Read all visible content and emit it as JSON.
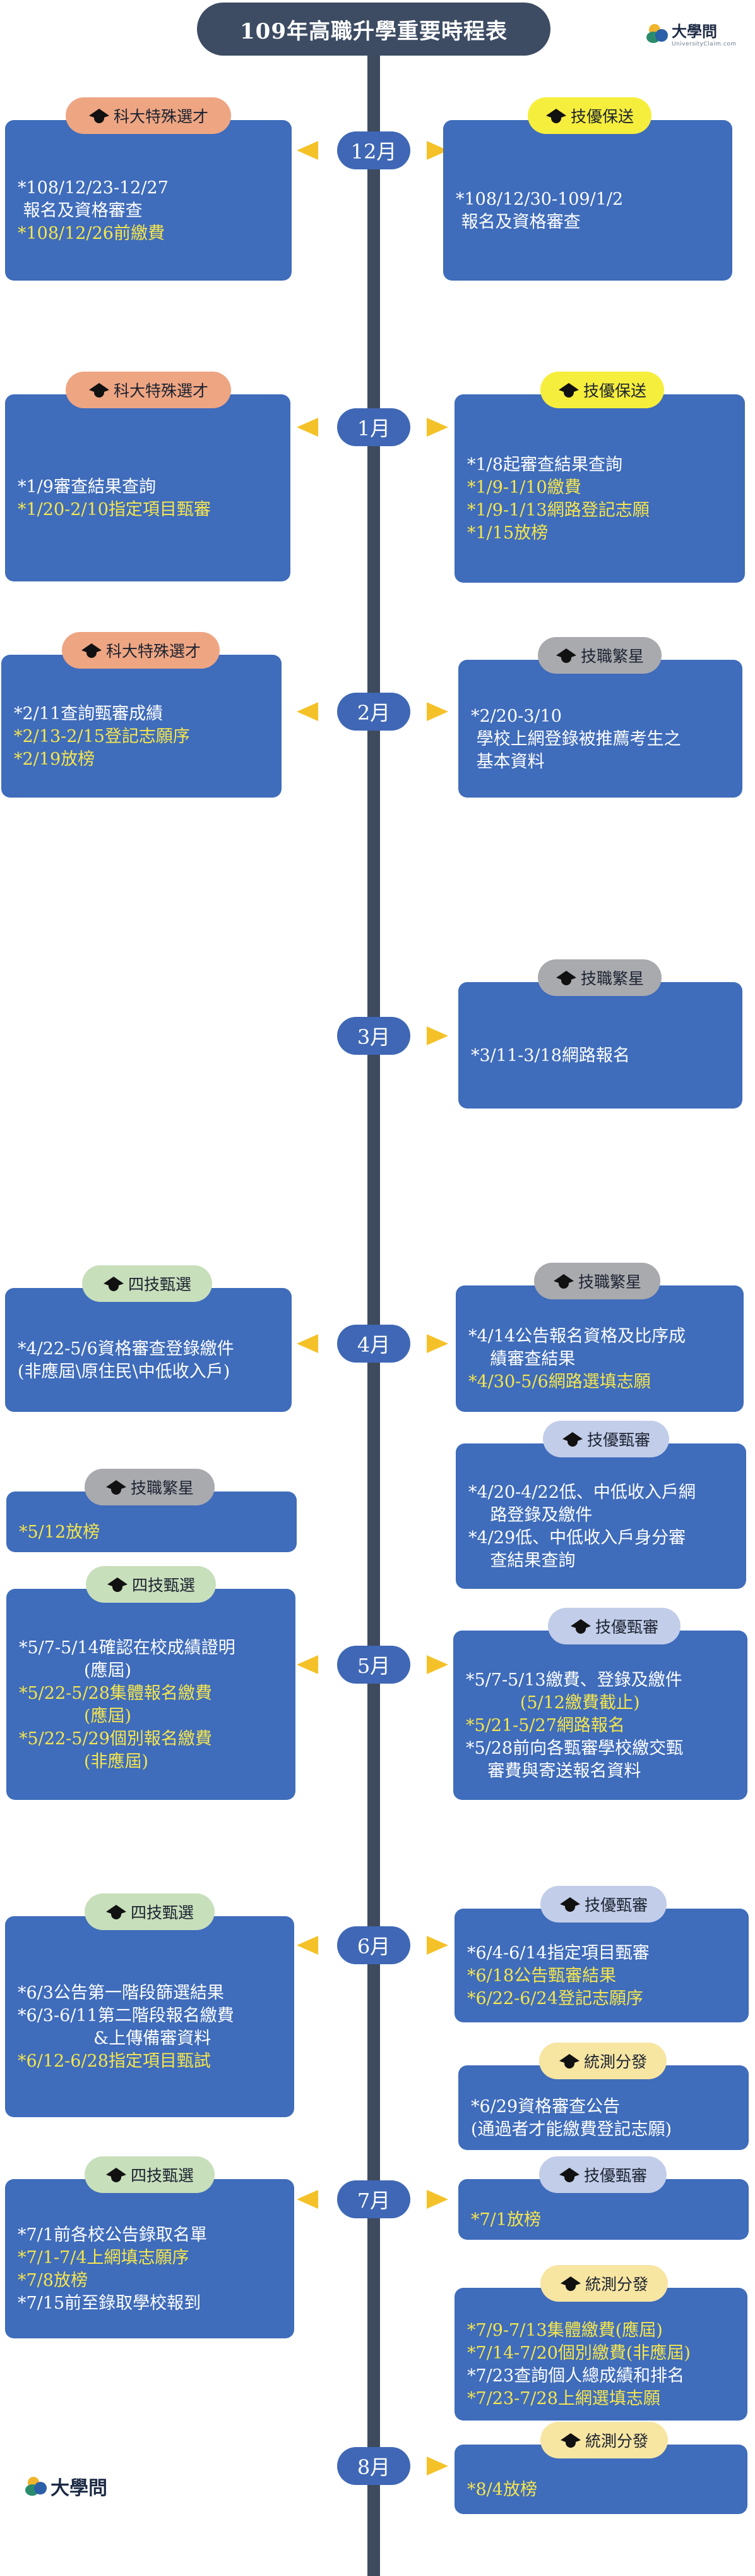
{
  "title": "109年高職升學重要時程表",
  "logo": {
    "brand": "大學問",
    "subtitle": "UniversityClaim.com"
  },
  "colors": {
    "timeline": "#3e4a5e",
    "month_pill": "#3f67b5",
    "card": "#3f6cbb",
    "highlight_text": "#f6e64d",
    "arrow": "#f4c228"
  },
  "months": [
    {
      "label": "12月"
    },
    {
      "label": "1月"
    },
    {
      "label": "2月"
    },
    {
      "label": "3月"
    },
    {
      "label": "4月"
    },
    {
      "label": "5月"
    },
    {
      "label": "6月"
    },
    {
      "label": "7月"
    },
    {
      "label": "8月"
    }
  ],
  "cards": [
    {
      "side": "left",
      "tag": "科大特殊選才",
      "tag_style": "orange",
      "icon": "graduation-cap-icon",
      "lines": [
        {
          "t": "*108/12/23-12/27",
          "hl": false
        },
        {
          "t": " 報名及資格審查",
          "hl": false
        },
        {
          "t": "*108/12/26前繳費",
          "hl": true
        }
      ]
    },
    {
      "side": "right",
      "tag": "技優保送",
      "tag_style": "yellow",
      "icon": "graduation-cap-icon",
      "lines": [
        {
          "t": "*108/12/30-109/1/2",
          "hl": false
        },
        {
          "t": " 報名及資格審查",
          "hl": false
        }
      ]
    },
    {
      "side": "left",
      "tag": "科大特殊選才",
      "tag_style": "orange",
      "icon": "graduation-cap-icon",
      "lines": [
        {
          "t": "*1/9審查結果查詢",
          "hl": false
        },
        {
          "t": "*1/20-2/10指定項目甄審",
          "hl": true
        }
      ]
    },
    {
      "side": "right",
      "tag": "技優保送",
      "tag_style": "yellow",
      "icon": "graduation-cap-icon",
      "lines": [
        {
          "t": "*1/8起審查結果查詢",
          "hl": false
        },
        {
          "t": "*1/9-1/10繳費",
          "hl": true
        },
        {
          "t": "*1/9-1/13網路登記志願",
          "hl": true
        },
        {
          "t": "*1/15放榜",
          "hl": true
        }
      ]
    },
    {
      "side": "left",
      "tag": "科大特殊選才",
      "tag_style": "orange",
      "icon": "graduation-cap-icon",
      "lines": [
        {
          "t": "*2/11查詢甄審成績",
          "hl": false
        },
        {
          "t": "*2/13-2/15登記志願序",
          "hl": true
        },
        {
          "t": "*2/19放榜",
          "hl": true
        }
      ]
    },
    {
      "side": "right",
      "tag": "技職繁星",
      "tag_style": "gray",
      "icon": "graduation-cap-icon",
      "lines": [
        {
          "t": "*2/20-3/10",
          "hl": false
        },
        {
          "t": " 學校上網登錄被推薦考生之",
          "hl": false
        },
        {
          "t": " 基本資料",
          "hl": false
        }
      ]
    },
    {
      "side": "right",
      "tag": "技職繁星",
      "tag_style": "gray",
      "icon": "graduation-cap-icon",
      "lines": [
        {
          "t": "*3/11-3/18網路報名",
          "hl": false
        }
      ]
    },
    {
      "side": "left",
      "tag": "四技甄選",
      "tag_style": "green",
      "icon": "graduation-cap-icon",
      "lines": [
        {
          "t": "*4/22-5/6資格審查登錄繳件",
          "hl": false
        },
        {
          "t": "(非應屆\\原住民\\中低收入戶)",
          "hl": false
        }
      ]
    },
    {
      "side": "right",
      "tag": "技職繁星",
      "tag_style": "gray",
      "icon": "graduation-cap-icon",
      "lines": [
        {
          "t": "*4/14公告報名資格及比序成",
          "hl": false
        },
        {
          "t": "    績審查結果",
          "hl": false
        },
        {
          "t": "*4/30-5/6網路選填志願",
          "hl": true
        }
      ]
    },
    {
      "side": "right",
      "tag": "技優甄審",
      "tag_style": "lavender",
      "icon": "graduation-cap-icon",
      "lines": [
        {
          "t": "*4/20-4/22低、中低收入戶網",
          "hl": false
        },
        {
          "t": "    路登錄及繳件",
          "hl": false
        },
        {
          "t": "*4/29低、中低收入戶身分審",
          "hl": false
        },
        {
          "t": "    查結果查詢",
          "hl": false
        }
      ]
    },
    {
      "side": "left",
      "tag": "技職繁星",
      "tag_style": "gray",
      "icon": "graduation-cap-icon",
      "lines": [
        {
          "t": "*5/12放榜",
          "hl": true
        }
      ]
    },
    {
      "side": "left",
      "tag": "四技甄選",
      "tag_style": "green",
      "icon": "graduation-cap-icon",
      "lines": [
        {
          "t": "*5/7-5/14確認在校成績證明",
          "hl": false
        },
        {
          "t": "            (應屆)",
          "hl": false
        },
        {
          "t": "*5/22-5/28集體報名繳費",
          "hl": true
        },
        {
          "t": "            (應屆)",
          "hl": true
        },
        {
          "t": "*5/22-5/29個別報名繳費",
          "hl": true
        },
        {
          "t": "            (非應屆)",
          "hl": true
        }
      ]
    },
    {
      "side": "right",
      "tag": "技優甄審",
      "tag_style": "lavender",
      "icon": "graduation-cap-icon",
      "lines": [
        {
          "t": "*5/7-5/13繳費、登錄及繳件",
          "hl": false
        },
        {
          "t": "          (5/12繳費截止)",
          "hl": true
        },
        {
          "t": "*5/21-5/27網路報名",
          "hl": true
        },
        {
          "t": "*5/28前向各甄審學校繳交甄",
          "hl": false
        },
        {
          "t": "    審費與寄送報名資料",
          "hl": false
        }
      ]
    },
    {
      "side": "left",
      "tag": "四技甄選",
      "tag_style": "green",
      "icon": "graduation-cap-icon",
      "lines": [
        {
          "t": "*6/3公告第一階段篩選結果",
          "hl": false
        },
        {
          "t": "*6/3-6/11第二階段報名繳費",
          "hl": false
        },
        {
          "t": "              &上傳備審資料",
          "hl": false
        },
        {
          "t": "*6/12-6/28指定項目甄試",
          "hl": true
        }
      ]
    },
    {
      "side": "right",
      "tag": "技優甄審",
      "tag_style": "lavender",
      "icon": "graduation-cap-icon",
      "lines": [
        {
          "t": "*6/4-6/14指定項目甄審",
          "hl": false
        },
        {
          "t": "*6/18公告甄審結果",
          "hl": true
        },
        {
          "t": "*6/22-6/24登記志願序",
          "hl": true
        }
      ]
    },
    {
      "side": "right",
      "tag": "統測分發",
      "tag_style": "cream",
      "icon": "graduation-cap-icon",
      "lines": [
        {
          "t": "*6/29資格審查公告",
          "hl": false
        },
        {
          "t": "(通過者才能繳費登記志願)",
          "hl": false
        }
      ]
    },
    {
      "side": "left",
      "tag": "四技甄選",
      "tag_style": "green",
      "icon": "graduation-cap-icon",
      "lines": [
        {
          "t": "*7/1前各校公告錄取名單",
          "hl": false
        },
        {
          "t": "*7/1-7/4上網填志願序",
          "hl": true
        },
        {
          "t": "*7/8放榜",
          "hl": true
        },
        {
          "t": "*7/15前至錄取學校報到",
          "hl": false
        }
      ]
    },
    {
      "side": "right",
      "tag": "技優甄審",
      "tag_style": "lavender",
      "icon": "graduation-cap-icon",
      "lines": [
        {
          "t": "*7/1放榜",
          "hl": true
        }
      ]
    },
    {
      "side": "right",
      "tag": "統測分發",
      "tag_style": "cream",
      "icon": "graduation-cap-icon",
      "lines": [
        {
          "t": "*7/9-7/13集體繳費(應屆)",
          "hl": true
        },
        {
          "t": "*7/14-7/20個別繳費(非應屆)",
          "hl": true
        },
        {
          "t": "*7/23查詢個人總成績和排名",
          "hl": false
        },
        {
          "t": "*7/23-7/28上網選填志願",
          "hl": true
        }
      ]
    },
    {
      "side": "right",
      "tag": "統測分發",
      "tag_style": "cream",
      "icon": "graduation-cap-icon",
      "lines": [
        {
          "t": "*8/4放榜",
          "hl": true
        }
      ]
    }
  ]
}
